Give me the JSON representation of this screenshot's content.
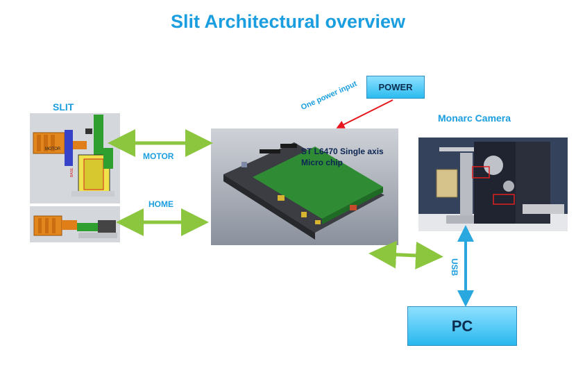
{
  "title": "Slit Architectural overview",
  "labels": {
    "slit": "SLIT",
    "camera": "Monarc Camera",
    "motor": "MOTOR",
    "home": "HOME",
    "power": "POWER",
    "one_power_input": "One power input",
    "chip": "ST L6470 Single axis Micro chip",
    "usb": "USB",
    "pc": "PC"
  },
  "photo_labels": {
    "motor_part": "MOTOR",
    "base_part": "BASE"
  },
  "colors": {
    "title": "#1a9ee0",
    "arrow_green": "#8cc63f",
    "arrow_blue": "#29a8e0",
    "arrow_red": "#e8171f",
    "box_fill": "#38c1f2"
  }
}
